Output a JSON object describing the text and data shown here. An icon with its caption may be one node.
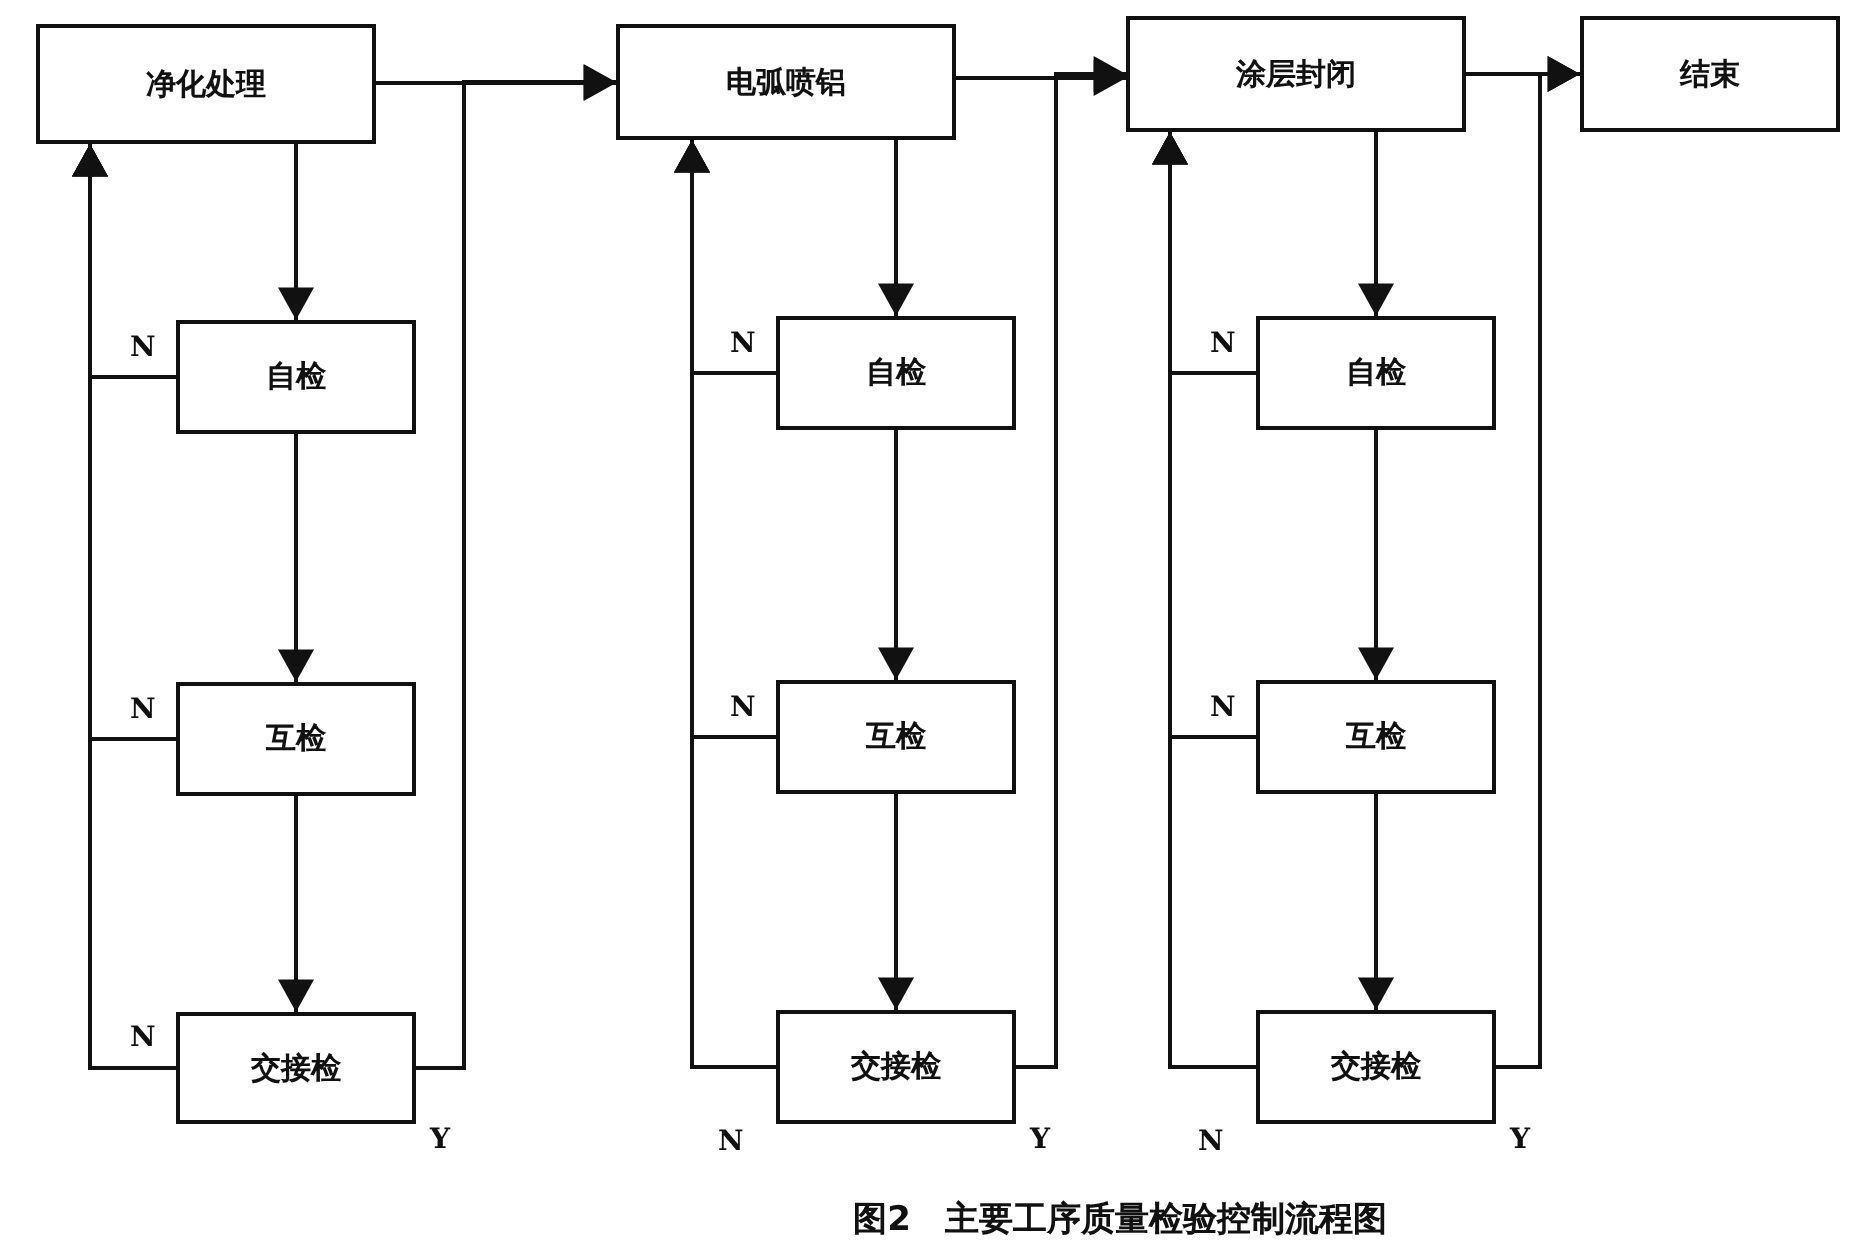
{
  "diagram": {
    "caption": "图2　主要工序质量检验控制流程图",
    "nodes": [
      {
        "text": [
          "净化处理"
        ]
      },
      {
        "text": [
          "自检"
        ]
      },
      {
        "text": [
          "互检"
        ]
      },
      {
        "text": [
          "交接检"
        ]
      },
      {
        "text": [
          "电弧喷铝"
        ]
      },
      {
        "text": [
          "自检"
        ]
      },
      {
        "text": [
          "互检"
        ]
      },
      {
        "text": [
          "交接检"
        ]
      },
      {
        "text": [
          "涂层封闭"
        ]
      },
      {
        "text": [
          "自检"
        ]
      },
      {
        "text": [
          "互检"
        ]
      },
      {
        "text": [
          "交接检"
        ]
      },
      {
        "text": [
          "结束"
        ]
      }
    ],
    "edges": [
      {
        "from": 0,
        "to": 1,
        "arrow": "to"
      },
      {
        "from": 1,
        "to": 2,
        "arrow": "to"
      },
      {
        "from": 2,
        "to": 3,
        "arrow": "to"
      },
      {
        "from": 1,
        "to": 0,
        "arrow": "to",
        "label": "N"
      },
      {
        "from": 2,
        "to": 0,
        "arrow": "to",
        "label": "N"
      },
      {
        "from": 3,
        "to": 0,
        "arrow": "to",
        "label": "N"
      },
      {
        "from": 0,
        "to": 4,
        "arrow": "to"
      },
      {
        "from": 3,
        "to": 4,
        "arrow": "to",
        "label": "Y"
      },
      {
        "from": 4,
        "to": 5,
        "arrow": "to"
      },
      {
        "from": 5,
        "to": 6,
        "arrow": "to"
      },
      {
        "from": 6,
        "to": 7,
        "arrow": "to"
      },
      {
        "from": 5,
        "to": 4,
        "arrow": "to",
        "label": "N"
      },
      {
        "from": 6,
        "to": 4,
        "arrow": "to",
        "label": "N"
      },
      {
        "from": 7,
        "to": 4,
        "arrow": "to",
        "label": "N"
      },
      {
        "from": 4,
        "to": 8,
        "arrow": "to"
      },
      {
        "from": 7,
        "to": 8,
        "arrow": "to",
        "label": "Y"
      },
      {
        "from": 8,
        "to": 9,
        "arrow": "to"
      },
      {
        "from": 9,
        "to": 10,
        "arrow": "to"
      },
      {
        "from": 10,
        "to": 11,
        "arrow": "to"
      },
      {
        "from": 9,
        "to": 8,
        "arrow": "to",
        "label": "N"
      },
      {
        "from": 10,
        "to": 8,
        "arrow": "to",
        "label": "N"
      },
      {
        "from": 11,
        "to": 8,
        "arrow": "to",
        "label": "N"
      },
      {
        "from": 8,
        "to": 12,
        "arrow": "to"
      },
      {
        "from": 11,
        "to": 12,
        "arrow": "to",
        "label": "Y"
      }
    ]
  }
}
